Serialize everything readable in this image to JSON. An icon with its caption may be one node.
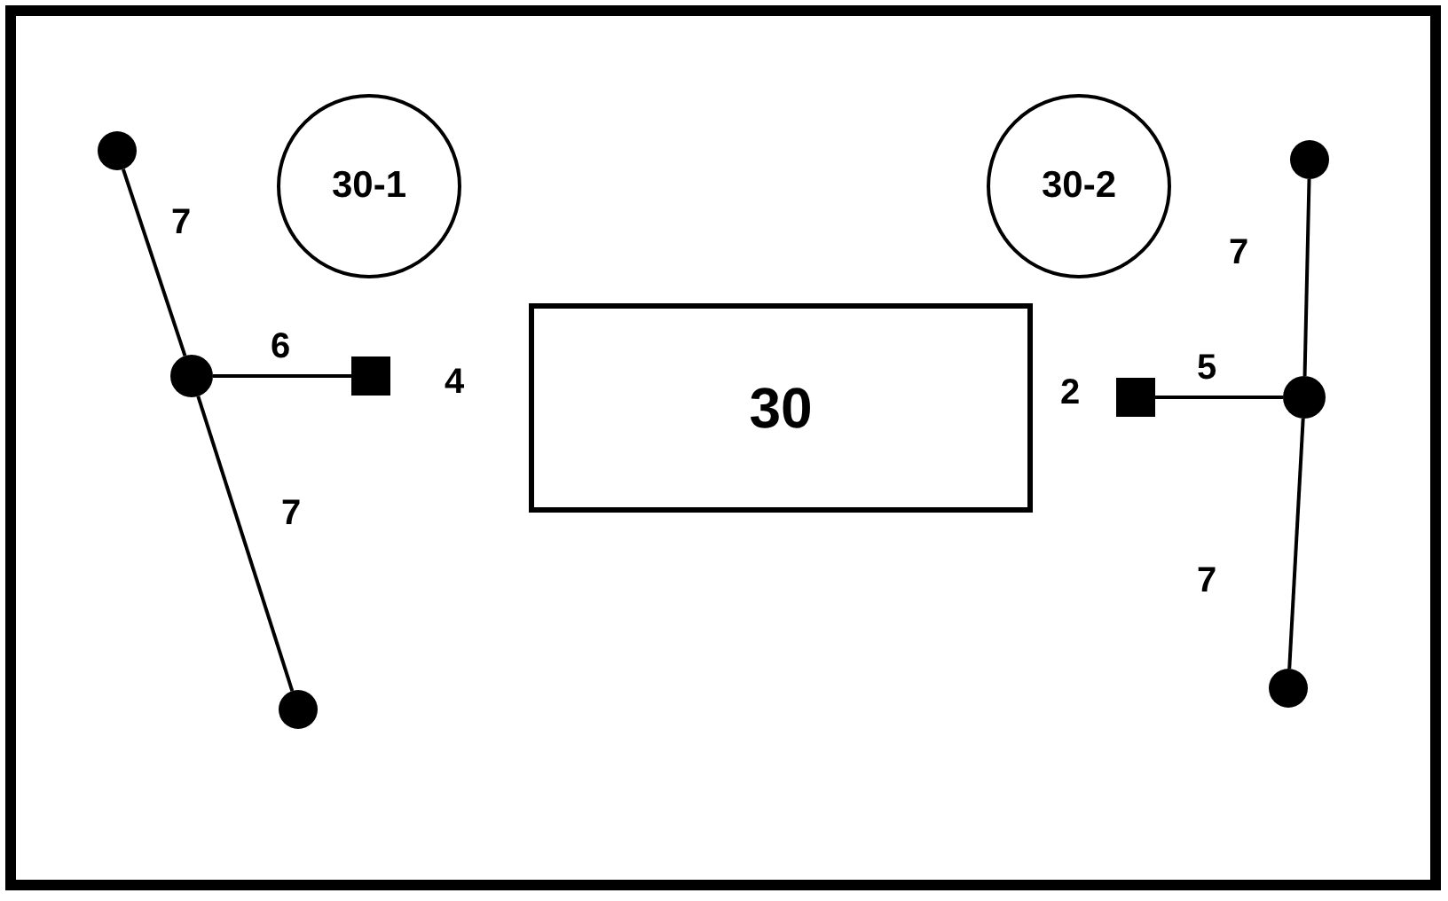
{
  "diagram": {
    "nodes": [
      {
        "text": [
          "30"
        ]
      },
      {
        "text": [
          "30-1"
        ]
      },
      {
        "text": [
          "30-2"
        ]
      },
      {
        "text": [],
        "shape": "circle"
      },
      {
        "text": [],
        "shape": "circle"
      },
      {
        "text": [],
        "shape": "circle"
      },
      {
        "text": [],
        "shape": "box"
      },
      {
        "text": [],
        "shape": "circle"
      },
      {
        "text": [],
        "shape": "circle"
      },
      {
        "text": [],
        "shape": "circle"
      },
      {
        "text": [],
        "shape": "box"
      }
    ],
    "edges": [
      {
        "from": 3,
        "to": 4,
        "arrow": "none",
        "label": "7"
      },
      {
        "from": 4,
        "to": 6,
        "arrow": "none",
        "label": "6"
      },
      {
        "from": 4,
        "to": 5,
        "arrow": "none",
        "label": "7"
      },
      {
        "from": 10,
        "to": 8,
        "arrow": "none",
        "label": "5"
      },
      {
        "from": 7,
        "to": 8,
        "arrow": "none",
        "label": "7"
      },
      {
        "from": 8,
        "to": 9,
        "arrow": "none",
        "label": "7"
      }
    ],
    "labels": [
      "4",
      "2"
    ]
  }
}
